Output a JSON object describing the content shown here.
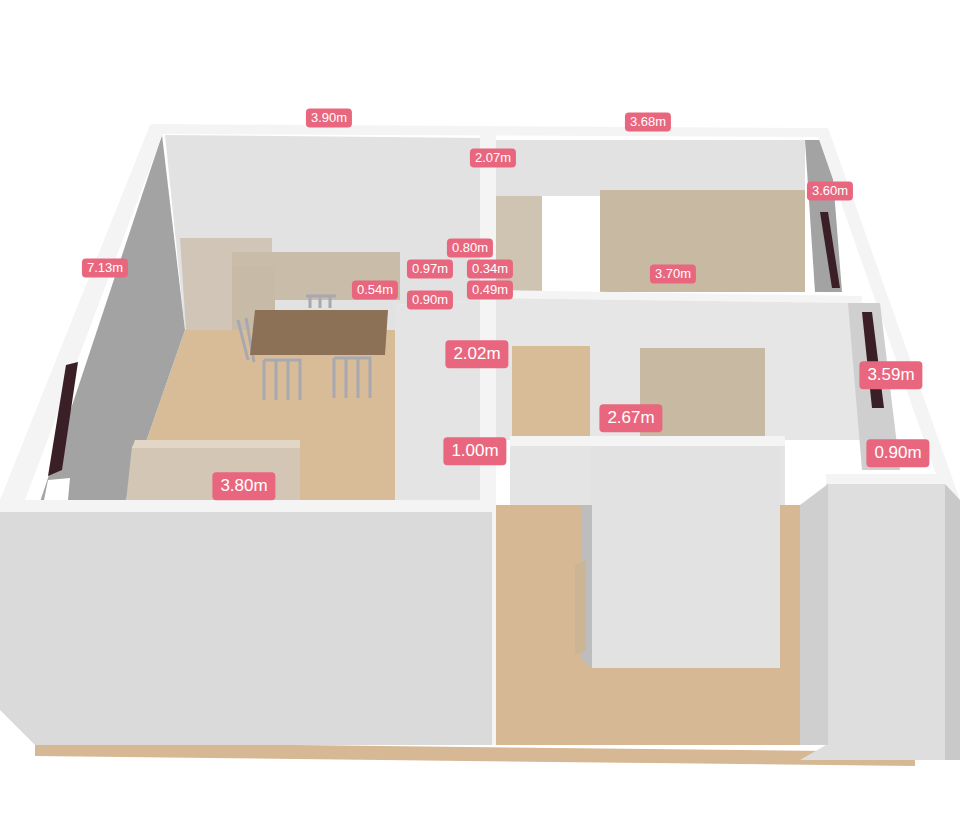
{
  "diagram": {
    "labels": [
      "3.90m",
      "3.68m",
      "2.07m",
      "3.60m",
      "7.13m",
      "0.80m",
      "0.97m",
      "0.34m",
      "0.54m",
      "0.49m",
      "0.90m",
      "3.70m",
      "2.02m",
      "3.59m",
      "2.67m",
      "1.00m",
      "0.90m",
      "3.80m"
    ]
  }
}
